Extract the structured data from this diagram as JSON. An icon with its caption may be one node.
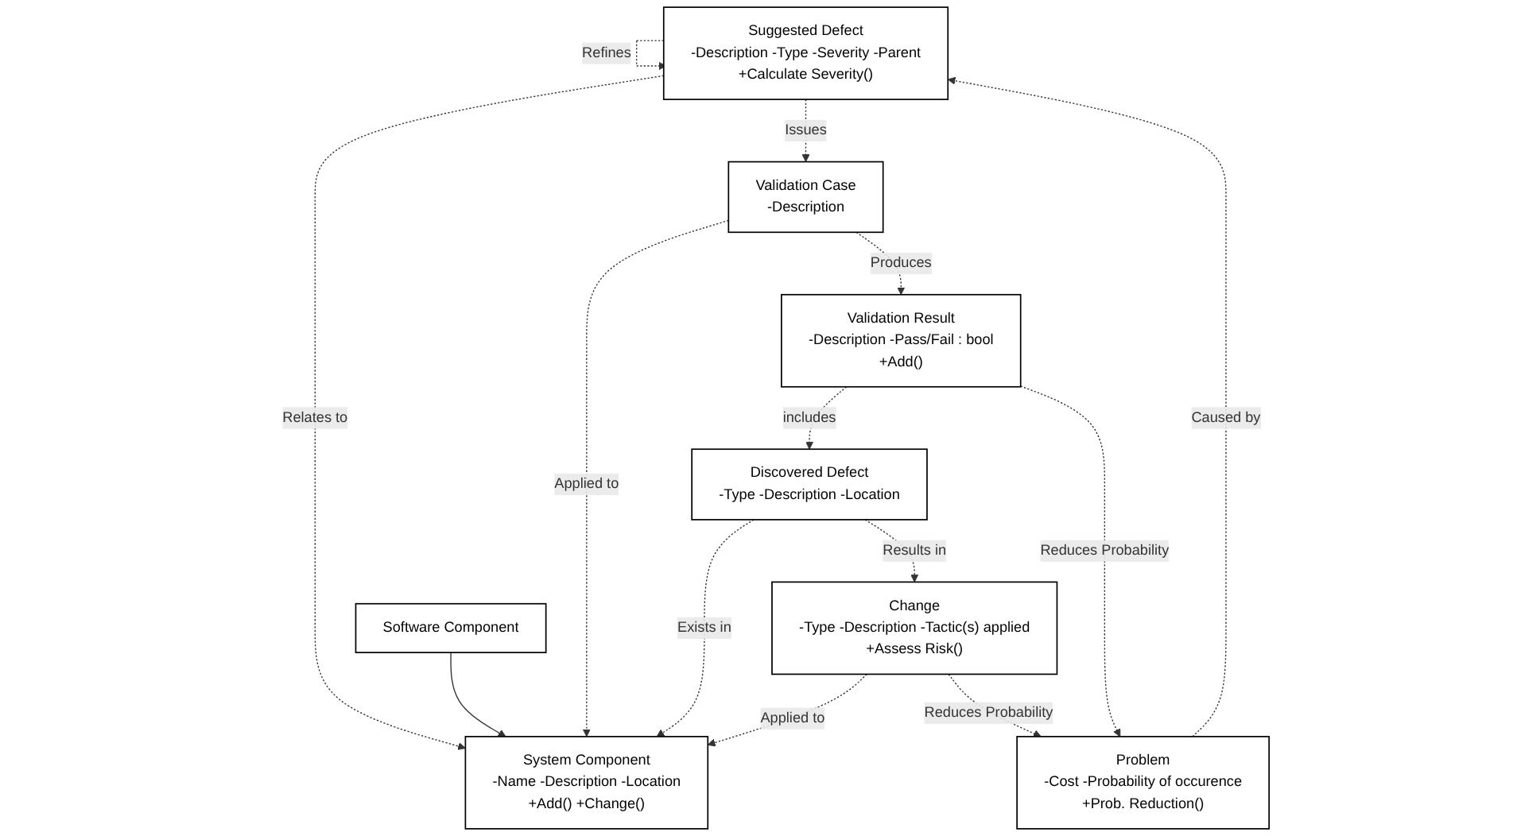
{
  "diagram": {
    "nodes": [
      {
        "text": [
          "Suggested Defect",
          "-Description -Type -Severity -Parent",
          "+Calculate Severity()"
        ]
      },
      {
        "text": [
          "System Component",
          "-Name -Description -Location",
          "+Add() +Change()"
        ]
      },
      {
        "text": [
          "Change",
          "-Type -Description -Tactic(s) applied",
          "+Assess Risk()"
        ]
      },
      {
        "text": [
          "Software Component"
        ]
      },
      {
        "text": [
          "Validation Case",
          "-Description"
        ]
      },
      {
        "text": [
          "Validation Result",
          "-Description -Pass/Fail : bool",
          "+Add()"
        ]
      },
      {
        "text": [
          "Discovered Defect",
          "-Type -Description -Location"
        ]
      },
      {
        "text": [
          "Problem",
          "-Cost -Probability of occurence",
          "+Prob. Reduction()"
        ]
      }
    ],
    "edges": [
      {
        "from": 0,
        "to": 0,
        "arrow": "to",
        "label": "Refines",
        "style": "dashed"
      },
      {
        "from": 0,
        "to": 1,
        "arrow": "to",
        "label": "Relates to",
        "style": "dashed"
      },
      {
        "from": 2,
        "to": 1,
        "arrow": "to",
        "label": "Applied to",
        "style": "dashed"
      },
      {
        "from": 3,
        "to": 1,
        "arrow": "to"
      },
      {
        "from": 4,
        "to": 1,
        "arrow": "to",
        "label": "Applied to",
        "style": "dashed"
      },
      {
        "from": 6,
        "to": 1,
        "arrow": "to",
        "label": "Exists in",
        "style": "dashed"
      },
      {
        "from": 0,
        "to": 4,
        "arrow": "to",
        "label": "Issues",
        "style": "dashed"
      },
      {
        "from": 7,
        "to": 0,
        "arrow": "to",
        "label": "Caused by",
        "style": "dashed"
      },
      {
        "from": 4,
        "to": 5,
        "arrow": "to",
        "label": "Produces",
        "style": "dashed"
      },
      {
        "from": 5,
        "to": 6,
        "arrow": "to",
        "label": "includes",
        "style": "dashed"
      },
      {
        "from": 6,
        "to": 2,
        "arrow": "to",
        "label": "Results in",
        "style": "dashed"
      },
      {
        "from": 5,
        "to": 7,
        "arrow": "to",
        "label": "Reduces Probability",
        "style": "dashed"
      },
      {
        "from": 2,
        "to": 7,
        "arrow": "to",
        "label": "Reduces Probability",
        "style": "dashed"
      }
    ]
  }
}
